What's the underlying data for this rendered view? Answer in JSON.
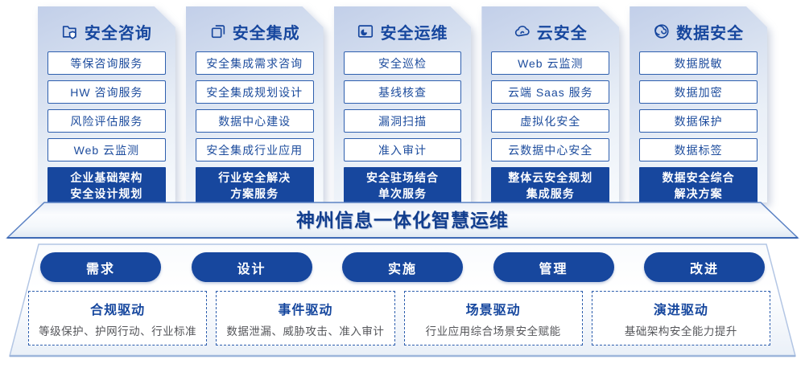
{
  "palette": {
    "primary_blue": "#17479e",
    "item_border": "#2e5fae",
    "card_top": "#c2cfe9",
    "panel_edge": "#b3c6e4",
    "banner_text": "#123e8e",
    "driver_desc_gray": "#55565a"
  },
  "columns": [
    {
      "title": "安全咨询",
      "icon": "folder-shield-icon",
      "items": [
        "等保咨询服务",
        "HW 咨询服务",
        "风险评估服务",
        "Web 云监测"
      ],
      "footer_lines": [
        "企业基础架构",
        "安全设计规划"
      ]
    },
    {
      "title": "安全集成",
      "icon": "copy-pages-icon",
      "items": [
        "安全集成需求咨询",
        "安全集成规划设计",
        "数据中心建设",
        "安全集成行业应用"
      ],
      "footer_lines": [
        "行业安全解决",
        "方案服务"
      ]
    },
    {
      "title": "安全运维",
      "icon": "folder-chart-icon",
      "items": [
        "安全巡检",
        "基线核查",
        "漏洞扫描",
        "准入审计"
      ],
      "footer_lines": [
        "安全驻场结合",
        "单次服务"
      ]
    },
    {
      "title": "云安全",
      "icon": "cloud-icon",
      "items": [
        "Web 云监测",
        "云端 Saas 服务",
        "虚拟化安全",
        "云数据中心安全"
      ],
      "footer_lines": [
        "整体云安全规划",
        "集成服务"
      ]
    },
    {
      "title": "数据安全",
      "icon": "spiral-icon",
      "items": [
        "数据脱敏",
        "数据加密",
        "数据保护",
        "数据标签"
      ],
      "footer_lines": [
        "数据安全综合",
        "解决方案"
      ]
    }
  ],
  "banner": {
    "title": "神州信息一体化智慧运维"
  },
  "phases": [
    {
      "label": "需求"
    },
    {
      "label": "设计"
    },
    {
      "label": "实施"
    },
    {
      "label": "管理"
    },
    {
      "label": "改进"
    }
  ],
  "drivers": [
    {
      "title": "合规驱动",
      "desc": "等级保护、护网行动、行业标准"
    },
    {
      "title": "事件驱动",
      "desc": "数据泄漏、威胁攻击、准入审计"
    },
    {
      "title": "场景驱动",
      "desc": "行业应用综合场景安全赋能"
    },
    {
      "title": "演进驱动",
      "desc": "基础架构安全能力提升"
    }
  ]
}
